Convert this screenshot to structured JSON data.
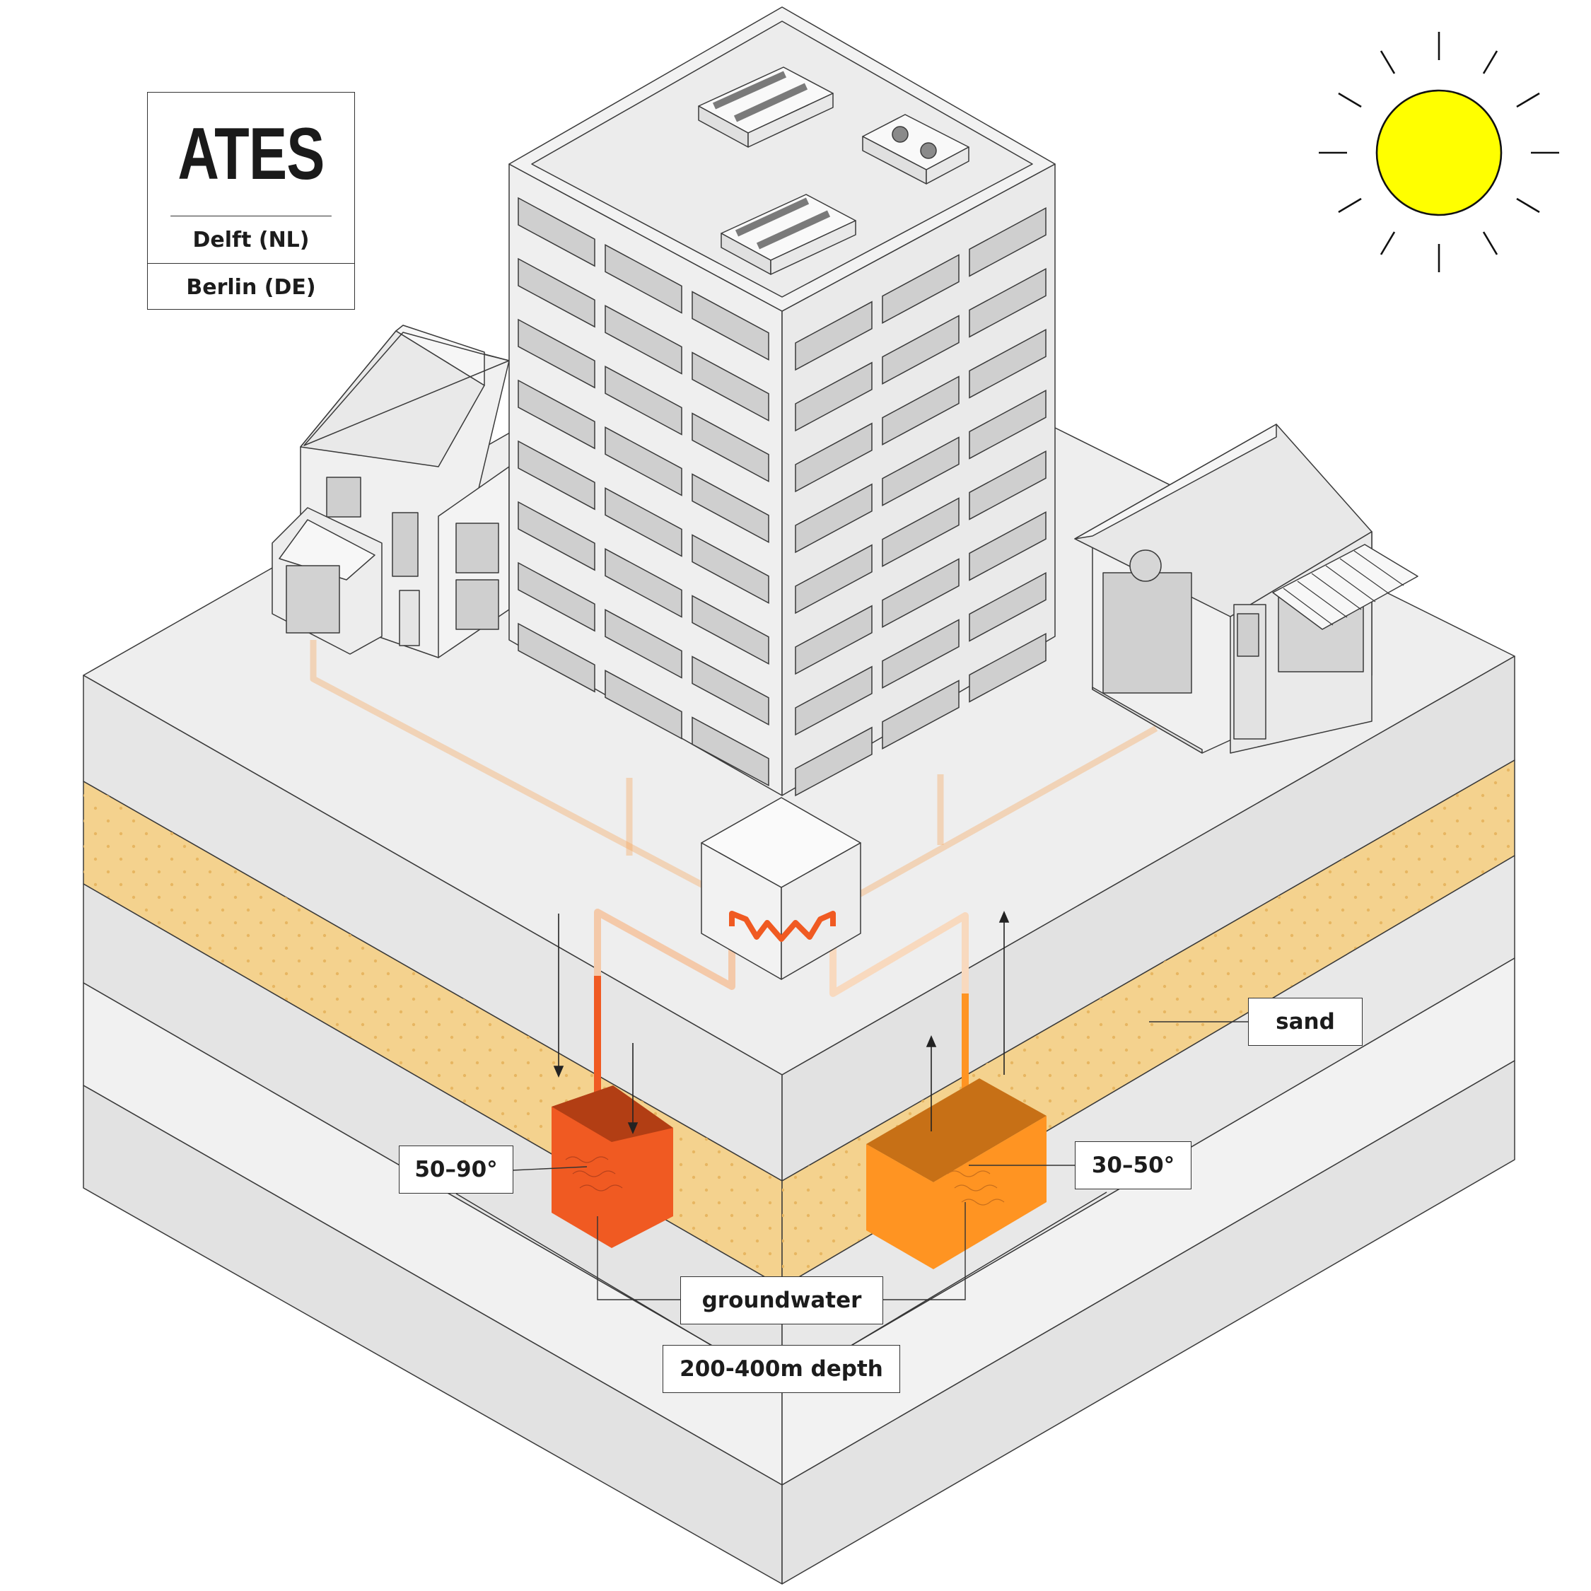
{
  "legend": {
    "title": "ATES",
    "locations": [
      "Delft (NL)",
      "Berlin (DE)"
    ]
  },
  "labels": {
    "sand": "sand",
    "hot_temp": "50–90°",
    "warm_temp": "30–50°",
    "groundwater": "groundwater",
    "depth": "200-400m depth"
  },
  "colors": {
    "sun": "#FFFF00",
    "sand_layer": "#F4D28E",
    "hot_well": "#F05A22",
    "warm_well": "#FF9422",
    "pipe": "#F7A14F",
    "ground": "#E4E4E4"
  },
  "icons": [
    "sun-icon",
    "heat-exchanger-icon"
  ]
}
